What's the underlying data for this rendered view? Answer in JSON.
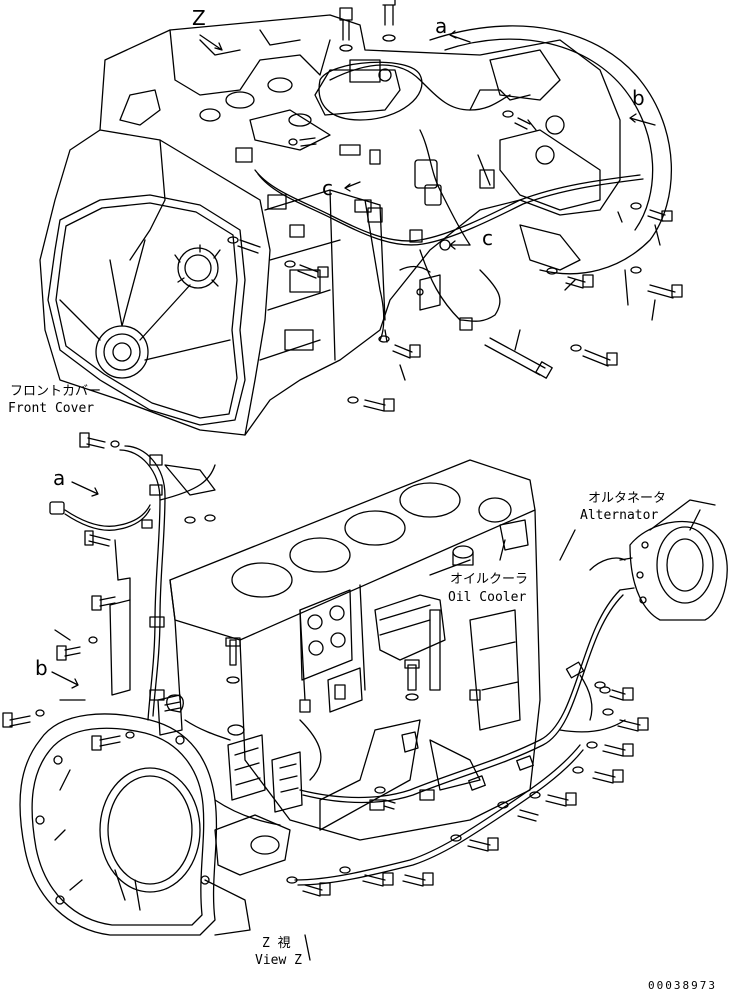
{
  "labels": {
    "front_cover_jp": "フロントカバー",
    "front_cover_en": "Front Cover",
    "alternator_jp": "オルタネータ",
    "alternator_en": "Alternator",
    "oil_cooler_jp": "オイルクーラ",
    "oil_cooler_en": "Oil Cooler",
    "view_jp": "Z 視",
    "view_en": "View Z",
    "doc_number": "00038973"
  },
  "refs": {
    "z": "Z",
    "a_top": "a",
    "b_top": "b",
    "c1": "c",
    "c2": "c",
    "a_bottom": "a",
    "b_bottom": "b"
  }
}
